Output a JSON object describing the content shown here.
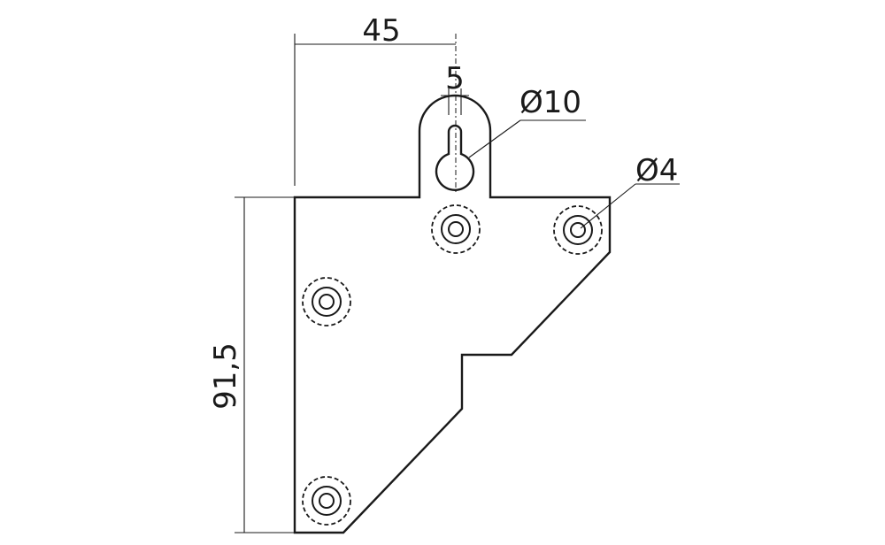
{
  "drawing": {
    "dimensions": {
      "width_top": "45",
      "keyhole_width": "5",
      "keyhole_head_diameter": "Ø10",
      "hole_diameter": "Ø4",
      "height": "91,5"
    },
    "line_color": "#1a1a1a",
    "background_color": "#ffffff"
  }
}
